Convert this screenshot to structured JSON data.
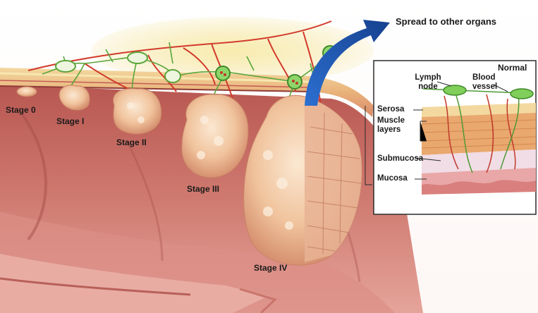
{
  "labels": {
    "spread": "Spread to other organs",
    "stage0": "Stage 0",
    "stage1": "Stage I",
    "stage2": "Stage II",
    "stage3": "Stage III",
    "stage4": "Stage IV"
  },
  "inset": {
    "title": "Normal",
    "lymph_node": "Lymph node",
    "blood_vessel": "Blood vessel",
    "serosa": "Serosa",
    "muscle_layers": "Muscle layers",
    "submucosa": "Submucosa",
    "mucosa": "Mucosa"
  },
  "colors": {
    "bowel_inner": "#c96a62",
    "bowel_outer": "#e7a39a",
    "tumor": "#f2c3a1",
    "fat": "#f2df8c",
    "lymph_node": "#7fcf5a",
    "arrow": "#1f5fb8"
  }
}
